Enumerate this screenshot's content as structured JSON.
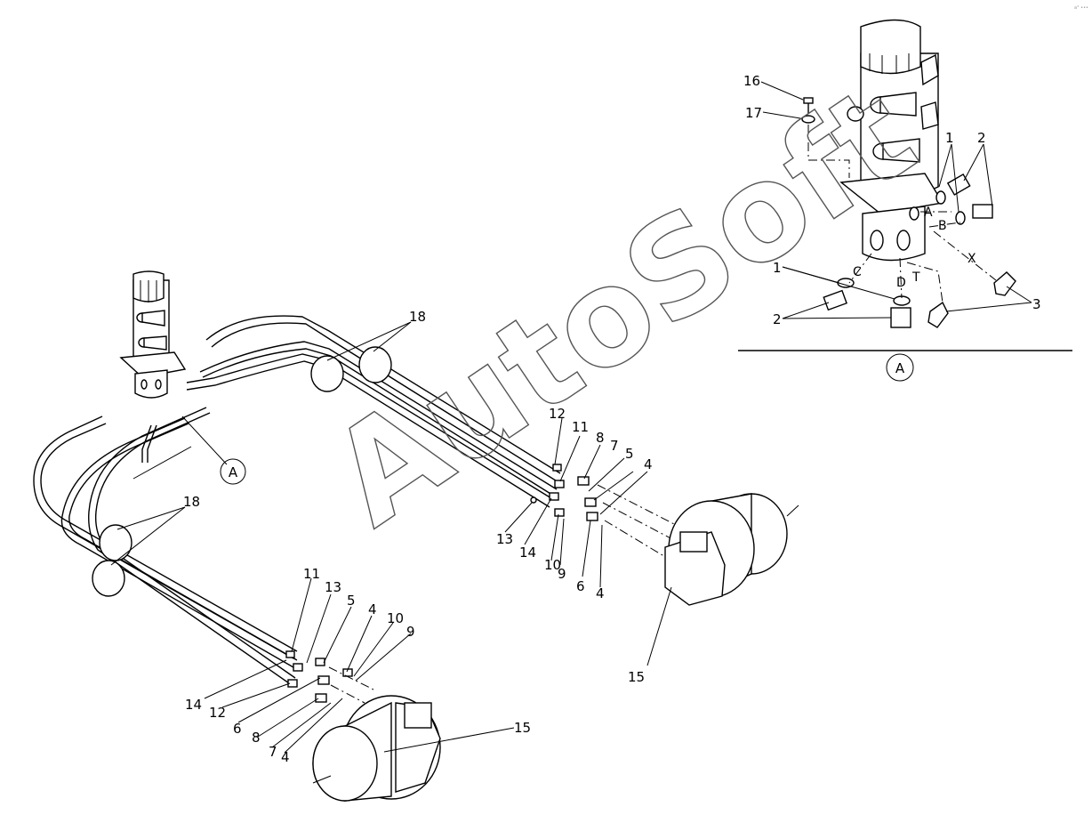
{
  "watermark": "AutoSoft",
  "corner_mark": "a° •••",
  "view_label": "A",
  "port_labels": {
    "a": "A",
    "b": "B",
    "c": "C",
    "d": "D",
    "t": "T",
    "x": "X"
  },
  "callouts": {
    "c1": "1",
    "c2": "2",
    "c3": "3",
    "c4": "4",
    "c5": "5",
    "c6": "6",
    "c7": "7",
    "c8": "8",
    "c9": "9",
    "c10": "10",
    "c11": "11",
    "c12": "12",
    "c13": "13",
    "c14": "14",
    "c15": "15",
    "c16": "16",
    "c17": "17",
    "c18": "18"
  }
}
